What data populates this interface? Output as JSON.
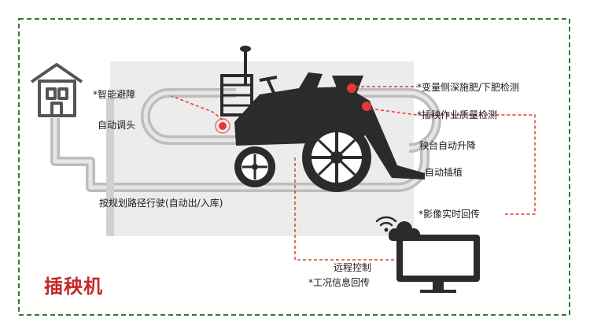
{
  "title": "插秧机",
  "labels": {
    "smart_avoid": "*智能避障",
    "auto_turn": "自动调头",
    "fertilizer": "*变量侧深施肥/下肥检测",
    "quality": "*插秧作业质量检测",
    "lift": "秧台自动升降",
    "planting": "自动插植",
    "path": "按规划路径行驶(自动出/入库)",
    "video": "*影像实时回传",
    "remote": "远程控制",
    "info": "*工况信息回传"
  },
  "icons": [
    "house-icon",
    "tractor-icon",
    "monitor-icon",
    "cloud-icon",
    "wifi-icon"
  ],
  "colors": {
    "border": "#2e7d32",
    "accent": "#e53935",
    "title": "#c62828",
    "path": "#bdbdbd",
    "machine": "#2b2b2b"
  }
}
